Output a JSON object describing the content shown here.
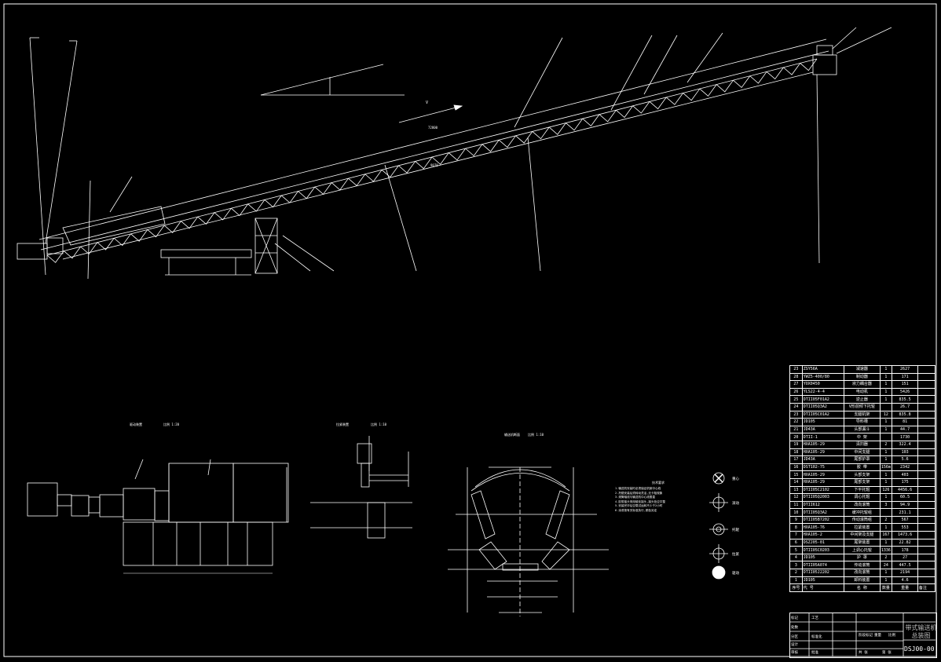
{
  "drawing": {
    "velocity_label": "V",
    "dim_length": "72800",
    "dim_sub": "9078"
  },
  "views": {
    "drive_view": {
      "title": "驱动装置",
      "scale": "比例 1:20"
    },
    "tension_view": {
      "title": "拉紧装置",
      "scale": "比例 1:10"
    },
    "section_view": {
      "title": "输送机断面",
      "scale": "比例 1:10"
    }
  },
  "notes": {
    "title": "技术要求",
    "lines": [
      "1.输送机安装时必须保证机架中心线",
      "2.托辊安装后须转动灵活,无卡阻现象",
      "3.滚筒轴线与输送机中心线垂直",
      "4.胶带接头采用硫化接头,接头处应平整",
      "5.安装完毕后空载试运转不少于2小时",
      "6.涂漆按有关标准执行,颜色另定"
    ]
  },
  "legend": {
    "items": [
      {
        "label": "重心"
      },
      {
        "label": "滚动"
      },
      {
        "label": "托辊"
      },
      {
        "label": "拉紧"
      },
      {
        "label": "驱动"
      }
    ]
  },
  "bom": {
    "rows": [
      {
        "no": "23",
        "code": "ZSY56A",
        "name": "减速器",
        "qty": "1",
        "weight": "2627"
      },
      {
        "no": "28",
        "code": "YWZ5-400/80",
        "name": "制动器",
        "qty": "1",
        "weight": "171"
      },
      {
        "no": "27",
        "code": "YOX0450",
        "name": "液力耦合器",
        "qty": "1",
        "weight": "151"
      },
      {
        "no": "26",
        "code": "YLS22-4-4",
        "name": "电动机",
        "qty": "1",
        "weight": "5426"
      },
      {
        "no": "25",
        "code": "DTII05F01A2",
        "name": "逆止器",
        "qty": "1",
        "weight": "835.5"
      },
      {
        "no": "24",
        "code": "DTII05Q3A2",
        "name": "V形前倾下托辊",
        "qty": "",
        "weight": "26.7"
      },
      {
        "no": "23",
        "code": "DTII05C01A2",
        "name": "支腿机架",
        "qty": "12",
        "weight": "835.8"
      },
      {
        "no": "22",
        "code": "JD105",
        "name": "导料槽",
        "qty": "1",
        "weight": "81"
      },
      {
        "no": "21",
        "code": "JD43A",
        "name": "头部漏斗",
        "qty": "1",
        "weight": "44.7"
      },
      {
        "no": "20",
        "code": "DTII-1",
        "name": "中 架",
        "qty": "",
        "weight": "1730"
      },
      {
        "no": "19",
        "code": "HXA105-29",
        "name": "清扫器",
        "qty": "2",
        "weight": "322.4"
      },
      {
        "no": "18",
        "code": "HXA105-29",
        "name": "中间支腿",
        "qty": "1",
        "weight": "103"
      },
      {
        "no": "17",
        "code": "JD43A",
        "name": "尾部护罩",
        "qty": "1",
        "weight": "5.6"
      },
      {
        "no": "16",
        "code": "DST102-75",
        "name": "胶 带",
        "qty": "156m",
        "weight": "2342"
      },
      {
        "no": "15",
        "code": "HXA105-29",
        "name": "头部支架",
        "qty": "1",
        "weight": "403"
      },
      {
        "no": "14",
        "code": "HXA105-29",
        "name": "尾部支架",
        "qty": "1",
        "weight": "175"
      },
      {
        "no": "13",
        "code": "DTII05C2102",
        "name": "下平托辊",
        "qty": "126",
        "weight": "4456.6"
      },
      {
        "no": "12",
        "code": "DTII05Q2003",
        "name": "调心托辊",
        "qty": "1",
        "weight": "60.5"
      },
      {
        "no": "11",
        "code": "DTII612",
        "name": "改向滚筒",
        "qty": "3",
        "weight": "94.9"
      },
      {
        "no": "10",
        "code": "DTII05Q3A2",
        "name": "缓冲托辊组",
        "qty": "",
        "weight": "231.1"
      },
      {
        "no": "9",
        "code": "DTII05B7202",
        "name": "传动滚筒组",
        "qty": "2",
        "weight": "567"
      },
      {
        "no": "8",
        "code": "HXA105-76",
        "name": "拉紧装置",
        "qty": "1",
        "weight": "553"
      },
      {
        "no": "7",
        "code": "HXA105-2",
        "name": "中间架及支腿",
        "qty": "167",
        "weight": "1473.6"
      },
      {
        "no": "6",
        "code": "DSZJ05-01",
        "name": "尾架装置",
        "qty": "1",
        "weight": "22.82"
      },
      {
        "no": "5",
        "code": "DTII05C0203",
        "name": "上调心托辊",
        "qty": "1336",
        "weight": "178"
      },
      {
        "no": "4",
        "code": "JD105",
        "name": "护 罩",
        "qty": "2",
        "weight": "27"
      },
      {
        "no": "3",
        "code": "DTII05A074",
        "name": "传动滚筒",
        "qty": "24",
        "weight": "447.5"
      },
      {
        "no": "2",
        "code": "DTII05J2202",
        "name": "改向滚筒",
        "qty": "1",
        "weight": "2194"
      },
      {
        "no": "1",
        "code": "JD105",
        "name": "卸料装置",
        "qty": "1",
        "weight": "4.6"
      }
    ],
    "header": {
      "no": "序号",
      "code": "代 号",
      "name": "名 称",
      "qty": "数量",
      "weight": "重量",
      "remark": "备注"
    }
  },
  "title_block": {
    "title_line1": "带式输送机",
    "title_line2": "总装图",
    "drawing_code": "DSJ00-00",
    "cells": [
      "标记",
      "处数",
      "分区",
      "设计",
      "审核",
      "工艺",
      "标准化",
      "批准",
      "阶段标记",
      "重量",
      "比例",
      "共 张",
      "第 张"
    ]
  },
  "colors": {
    "background": "#000000",
    "line": "#ffffff"
  }
}
